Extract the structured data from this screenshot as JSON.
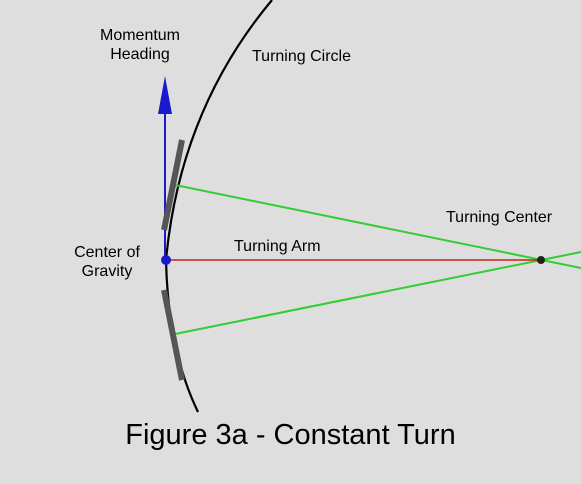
{
  "labels": {
    "momentum_heading_line1": "Momentum",
    "momentum_heading_line2": "Heading",
    "turning_circle": "Turning Circle",
    "turning_center": "Turning Center",
    "center_of_gravity_line1": "Center of",
    "center_of_gravity_line2": "Gravity",
    "turning_arm": "Turning Arm"
  },
  "caption": "Figure 3a - Constant Turn",
  "colors": {
    "background": "#dedede",
    "turning_circle": "#000000",
    "momentum_arrow": "#1a1acc",
    "turning_arm": "#cc2020",
    "wheel_lines": "#33cc33",
    "tires": "#555555",
    "center_point": "#1a1acc",
    "turning_center_point": "#222222"
  }
}
